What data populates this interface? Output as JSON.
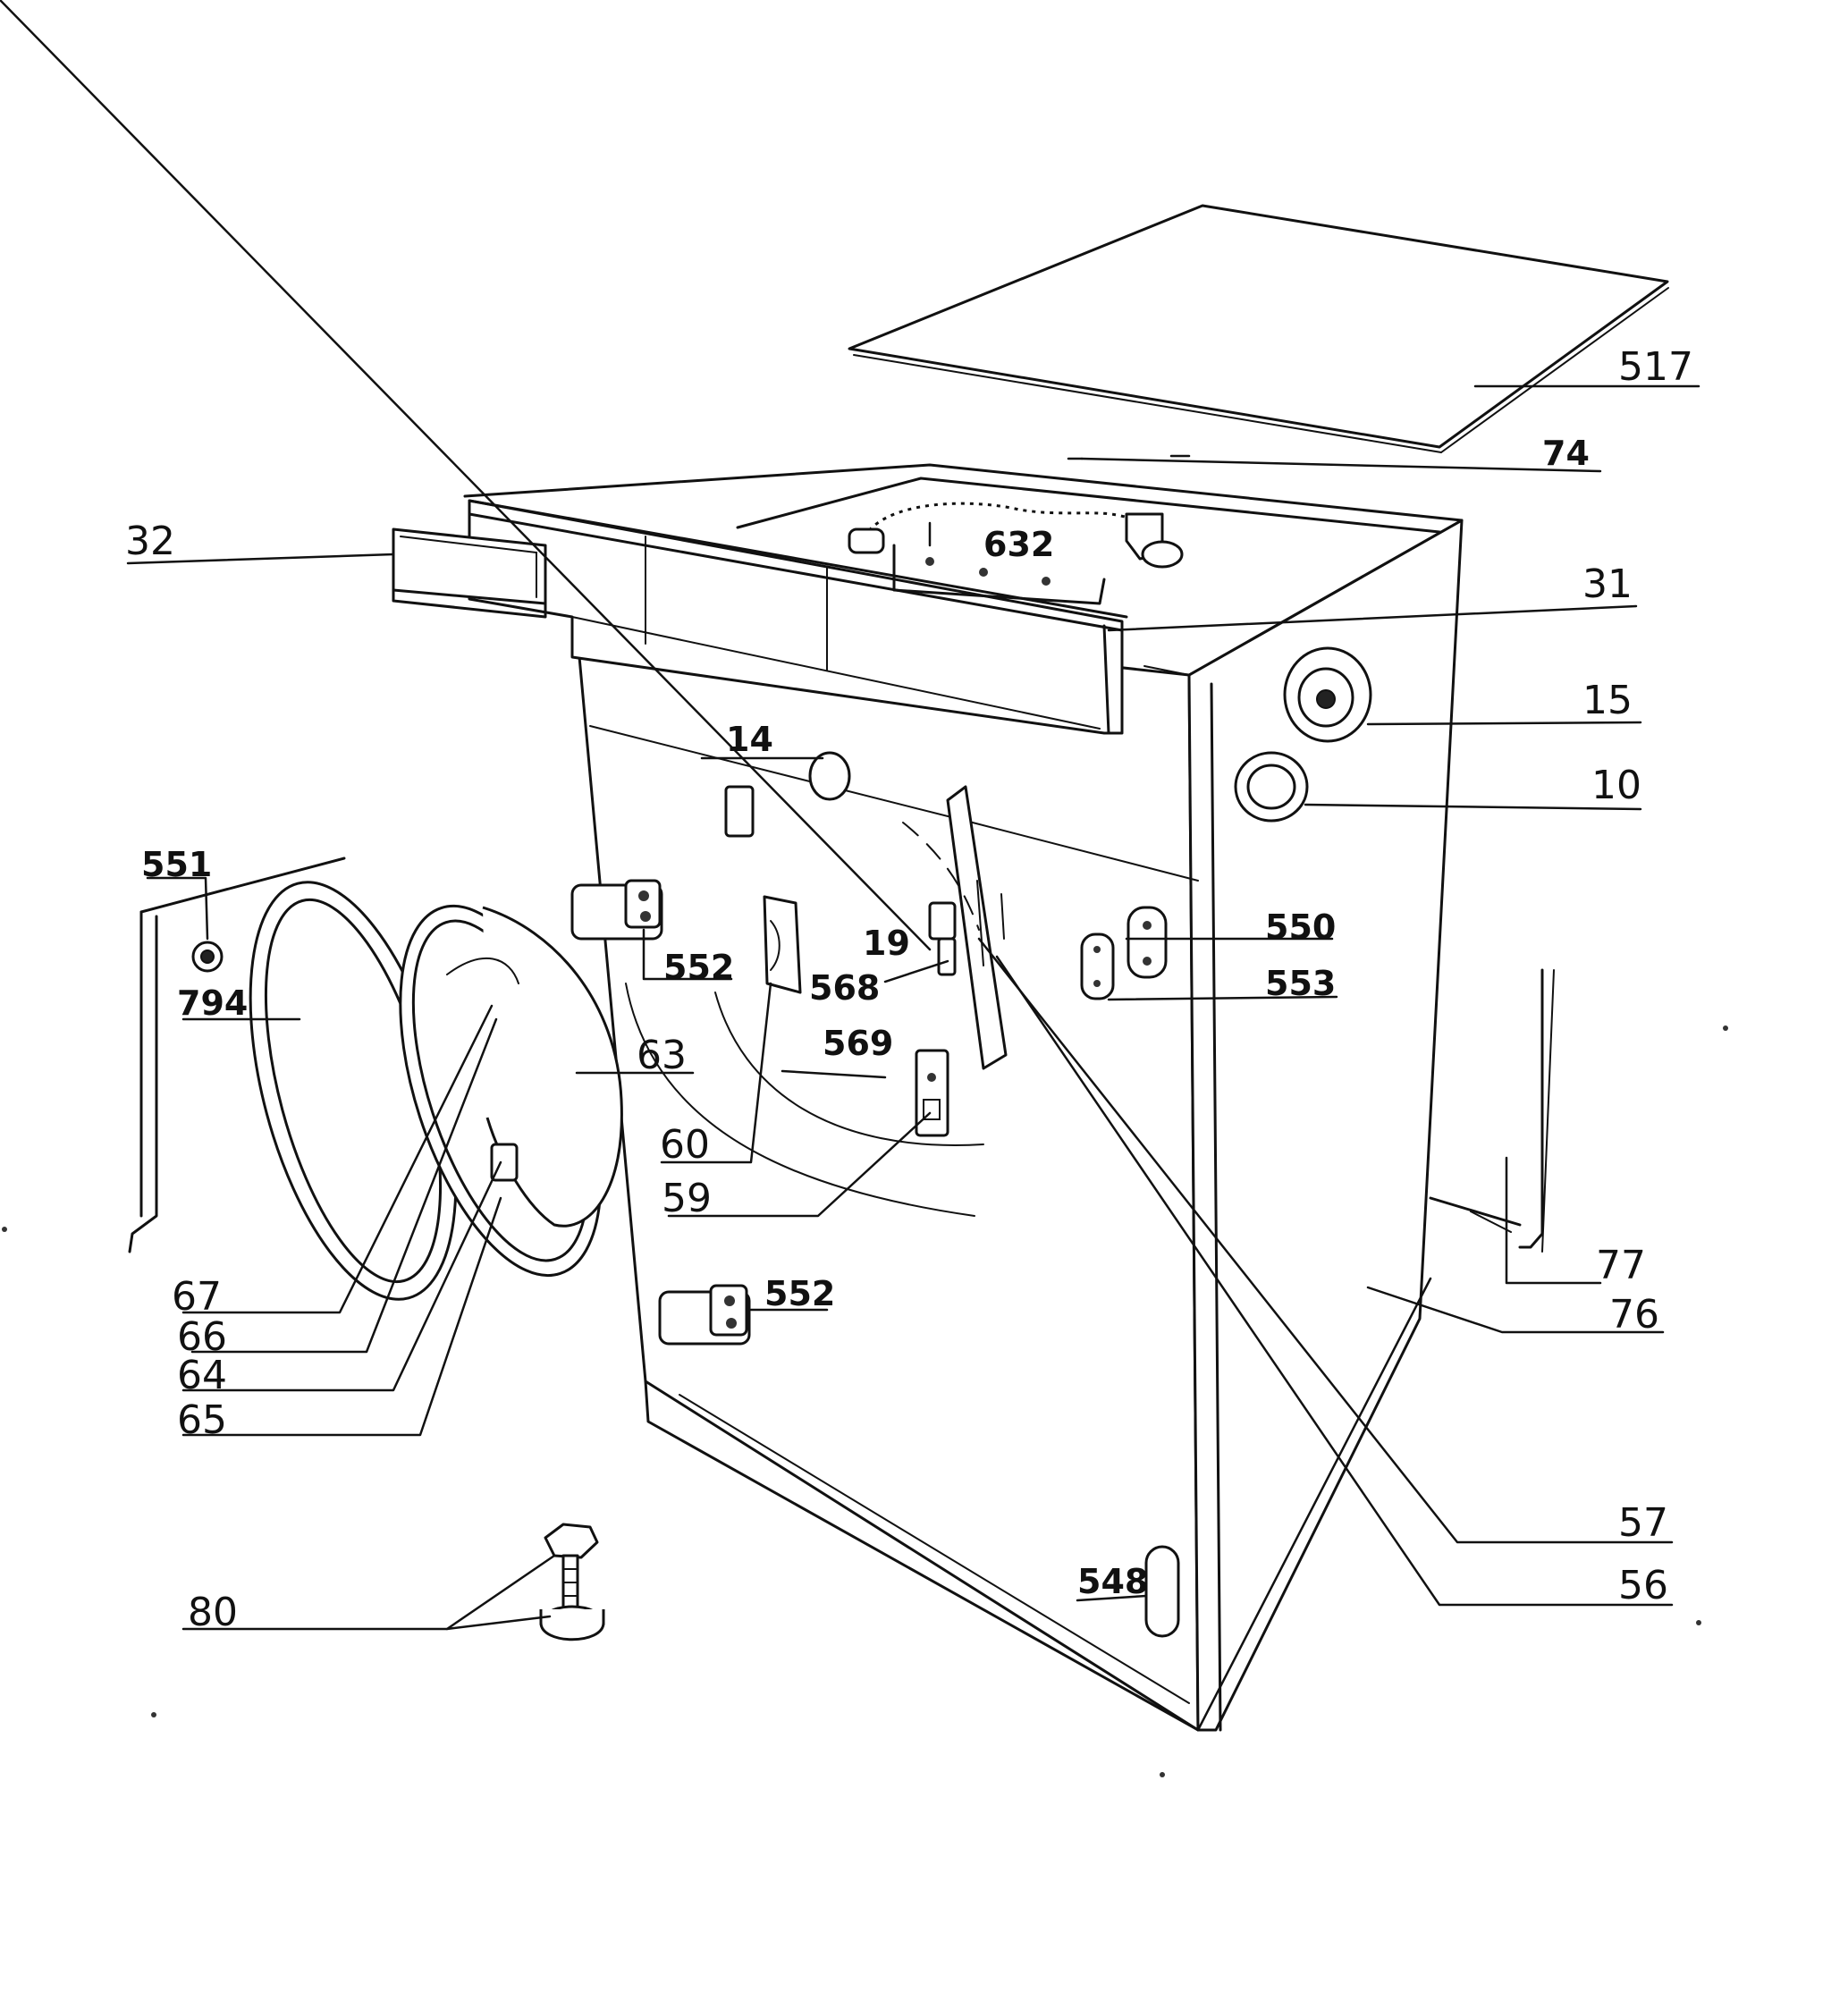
{
  "labels": {
    "l517": "517",
    "l74": "74",
    "l32": "32",
    "l632": "632",
    "l31": "31",
    "l15": "15",
    "l10": "10",
    "l14": "14",
    "l551": "551",
    "l552_top": "552",
    "l794": "794",
    "l19": "19",
    "l568": "568",
    "l550": "550",
    "l553": "553",
    "l569": "569",
    "l63": "63",
    "l60": "60",
    "l59": "59",
    "l77": "77",
    "l76": "76",
    "l67": "67",
    "l66": "66",
    "l552_bottom": "552",
    "l64": "64",
    "l65": "65",
    "l57": "57",
    "l56": "56",
    "l548": "548",
    "l80": "80"
  }
}
